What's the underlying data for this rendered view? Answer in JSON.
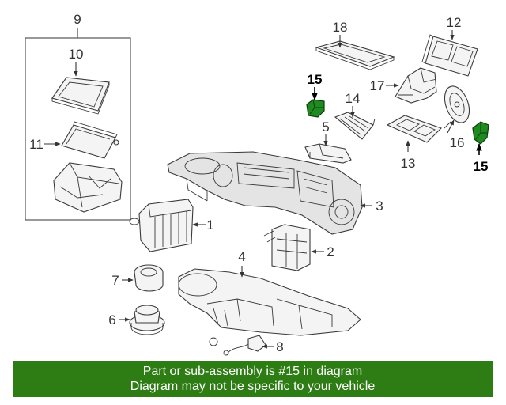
{
  "callouts": {
    "c1": "1",
    "c2": "2",
    "c3": "3",
    "c4": "4",
    "c5": "5",
    "c6": "6",
    "c7": "7",
    "c8": "8",
    "c9": "9",
    "c10": "10",
    "c11": "11",
    "c12": "12",
    "c13": "13",
    "c14": "14",
    "c15a": "15",
    "c15b": "15",
    "c16": "16",
    "c17": "17",
    "c18": "18"
  },
  "highlighted_part": "15",
  "colors": {
    "highlight": "#1f8a1f",
    "banner_background": "#2e7d14",
    "banner_text": "#ffffff"
  },
  "banner": {
    "line1": "Part or sub-assembly is #15 in diagram",
    "line2": "Diagram may not be specific to your vehicle"
  }
}
